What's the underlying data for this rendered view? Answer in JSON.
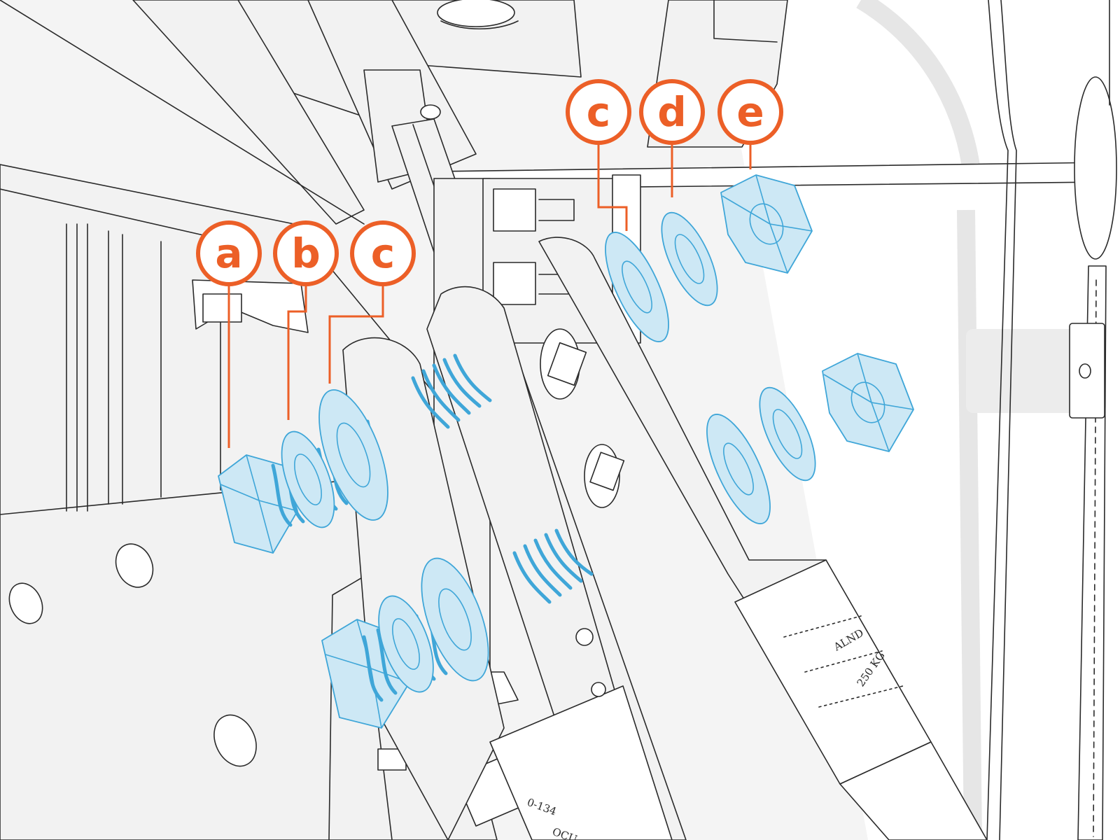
{
  "figure": {
    "callouts": [
      {
        "id": "a",
        "letter": "a",
        "part": "hex-bolt"
      },
      {
        "id": "b",
        "letter": "b",
        "part": "lock-washer"
      },
      {
        "id": "c1",
        "letter": "c",
        "part": "flat-washer"
      },
      {
        "id": "c2",
        "letter": "c",
        "part": "flat-washer"
      },
      {
        "id": "d",
        "letter": "d",
        "part": "lock-washer"
      },
      {
        "id": "e",
        "letter": "e",
        "part": "hex-nut"
      }
    ],
    "printed_text": {
      "tube_mark_1": "ALND",
      "tube_mark_2": "250 KG",
      "tube_mark_3": "0-134",
      "tube_mark_4": "OCU"
    },
    "colors": {
      "callout": "#ec5f27",
      "hardware_stroke": "#3fa6d8",
      "hardware_fill": "#cde8f5",
      "line_art": "#2a2a2a",
      "background": "#f4f4f4"
    }
  }
}
